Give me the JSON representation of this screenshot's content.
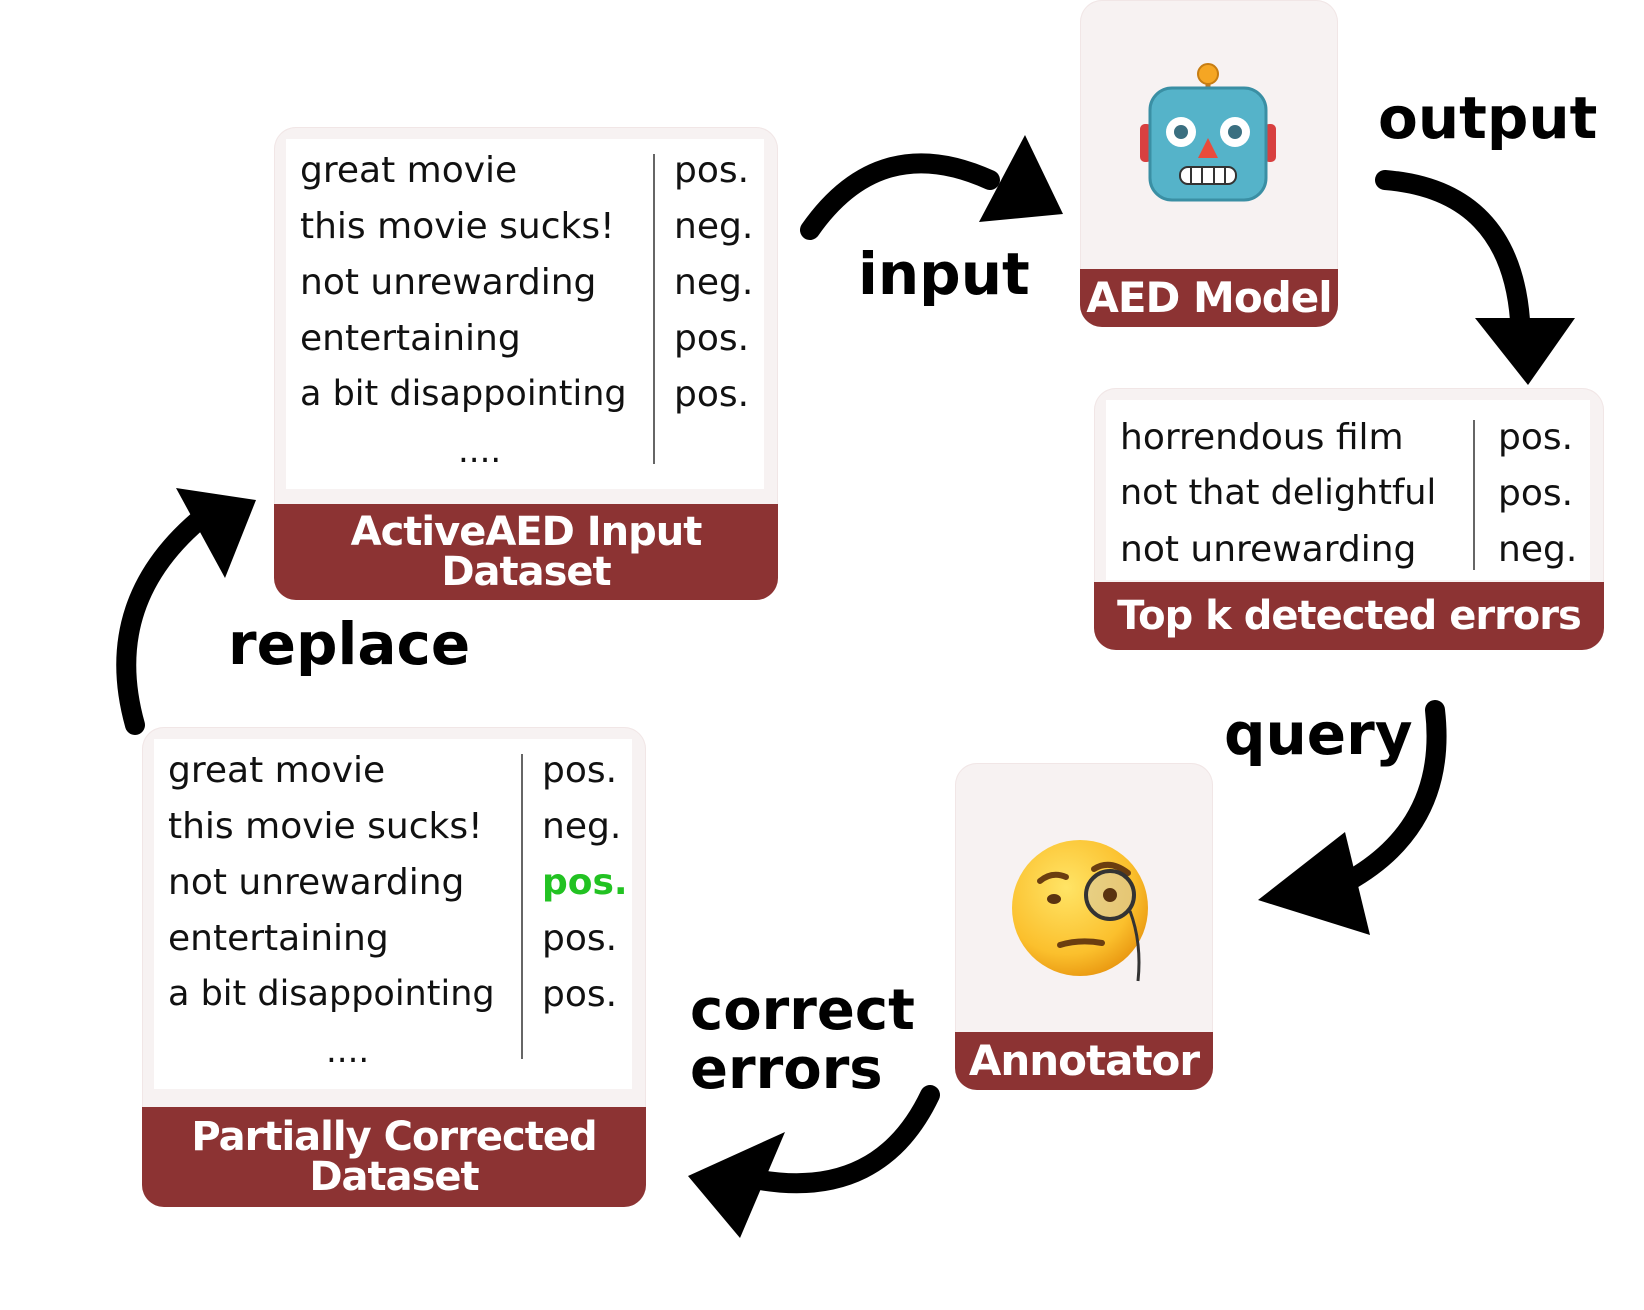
{
  "input_dataset": {
    "title_line1": "ActiveAED Input",
    "title_line2": "Dataset",
    "rows": [
      {
        "text": "great movie",
        "label": "pos."
      },
      {
        "text": "this movie sucks!",
        "label": "neg."
      },
      {
        "text": "not unrewarding",
        "label": "neg."
      },
      {
        "text": "entertaining",
        "label": "pos."
      },
      {
        "text": "a bit disappointing",
        "label": "pos."
      }
    ],
    "ellipsis": "...."
  },
  "model": {
    "title": "AED Model",
    "icon": "robot-face-icon"
  },
  "errors": {
    "title": "Top k detected errors",
    "rows": [
      {
        "text": "horrendous film",
        "label": "pos."
      },
      {
        "text": "not that delightful",
        "label": "pos."
      },
      {
        "text": "not unrewarding",
        "label": "neg."
      }
    ]
  },
  "annotator": {
    "title": "Annotator",
    "icon": "monocle-face-icon"
  },
  "corrected_dataset": {
    "title_line1": "Partially Corrected",
    "title_line2": "Dataset",
    "rows": [
      {
        "text": "great movie",
        "label": "pos."
      },
      {
        "text": "this movie sucks!",
        "label": "neg."
      },
      {
        "text": "not unrewarding",
        "label": "pos.",
        "label_color": "#22c222"
      },
      {
        "text": "entertaining",
        "label": "pos."
      },
      {
        "text": "a bit disappointing",
        "label": "pos."
      }
    ],
    "ellipsis": "...."
  },
  "arrows": {
    "input": "input",
    "output": "output",
    "query": "query",
    "correct_line1": "correct",
    "correct_line2": "errors",
    "replace": "replace"
  },
  "colors": {
    "footer": "#8c3333",
    "card": "#f7f2f2",
    "corrected_label": "#22c222"
  }
}
